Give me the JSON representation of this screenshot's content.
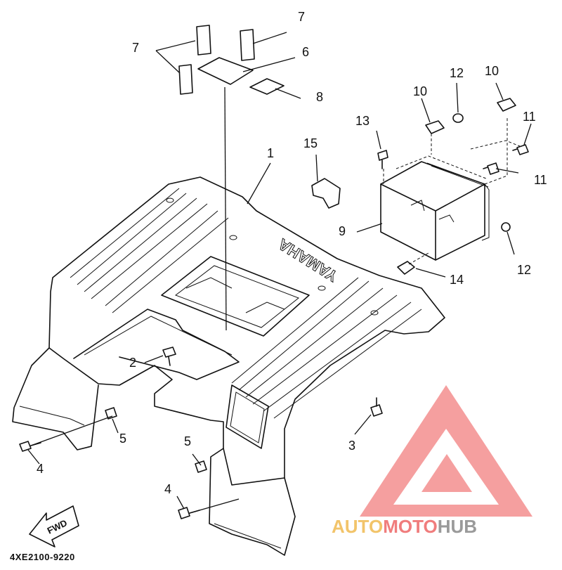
{
  "diagram": {
    "callouts": [
      {
        "id": "c1",
        "label": "1"
      },
      {
        "id": "c2",
        "label": "2"
      },
      {
        "id": "c3",
        "label": "3"
      },
      {
        "id": "c4a",
        "label": "4"
      },
      {
        "id": "c4b",
        "label": "4"
      },
      {
        "id": "c5a",
        "label": "5"
      },
      {
        "id": "c5b",
        "label": "5"
      },
      {
        "id": "c6",
        "label": "6"
      },
      {
        "id": "c7a",
        "label": "7"
      },
      {
        "id": "c7b",
        "label": "7"
      },
      {
        "id": "c8",
        "label": "8"
      },
      {
        "id": "c9",
        "label": "9"
      },
      {
        "id": "c10a",
        "label": "10"
      },
      {
        "id": "c10b",
        "label": "10"
      },
      {
        "id": "c11a",
        "label": "11"
      },
      {
        "id": "c11b",
        "label": "11"
      },
      {
        "id": "c12a",
        "label": "12"
      },
      {
        "id": "c12b",
        "label": "12"
      },
      {
        "id": "c13",
        "label": "13"
      },
      {
        "id": "c14",
        "label": "14"
      },
      {
        "id": "c15",
        "label": "15"
      }
    ],
    "fender_brand_text": "YAMAHA",
    "direction_arrow_text": "FWD",
    "part_code": "4XE2100-9220"
  },
  "watermark": {
    "text_part_1": "AUTO",
    "text_part_2": "MOTO",
    "text_part_3": "HUB",
    "color_1": "#f2c46a",
    "color_2": "#f07d7d",
    "color_3": "#9a9a9a",
    "logo_color": "#f28080"
  }
}
